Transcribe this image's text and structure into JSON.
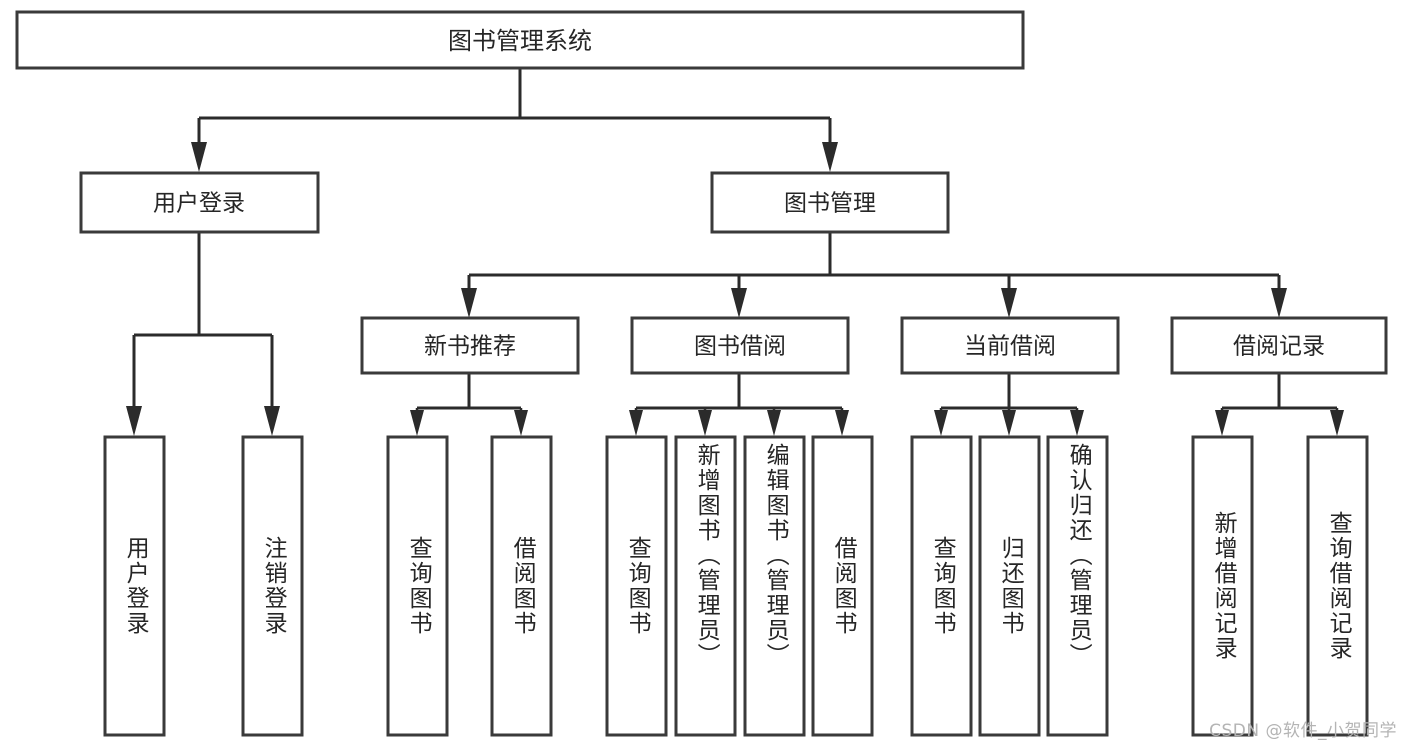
{
  "diagram": {
    "type": "tree-hierarchy",
    "title": "图书管理系统",
    "watermark": "CSDN @软件_小贺同学",
    "colors": {
      "background": "#ffffff",
      "box_stroke": "#3a3a3a",
      "connector": "#2b2b2b",
      "text": "#262626",
      "watermark": "#b4b4b4"
    },
    "root": {
      "label": "图书管理系统"
    },
    "level2": [
      {
        "id": "user-login",
        "label": "用户登录"
      },
      {
        "id": "book-management",
        "label": "图书管理"
      }
    ],
    "level3": [
      {
        "id": "new-book-recommend",
        "label": "新书推荐",
        "parent": "book-management"
      },
      {
        "id": "book-borrow",
        "label": "图书借阅",
        "parent": "book-management"
      },
      {
        "id": "current-borrow",
        "label": "当前借阅",
        "parent": "book-management"
      },
      {
        "id": "borrow-record",
        "label": "借阅记录",
        "parent": "book-management"
      }
    ],
    "leaves": [
      {
        "id": "leaf-user-login",
        "label": "用户登录",
        "parent": "user-login"
      },
      {
        "id": "leaf-logout",
        "label": "注销登录",
        "parent": "user-login"
      },
      {
        "id": "leaf-query-book-1",
        "label": "查询图书",
        "parent": "new-book-recommend"
      },
      {
        "id": "leaf-borrow-book-1",
        "label": "借阅图书",
        "parent": "new-book-recommend"
      },
      {
        "id": "leaf-query-book-2",
        "label": "查询图书",
        "parent": "book-borrow"
      },
      {
        "id": "leaf-add-book",
        "label": "新增图书（管理员）",
        "parent": "book-borrow"
      },
      {
        "id": "leaf-edit-book",
        "label": "编辑图书（管理员）",
        "parent": "book-borrow"
      },
      {
        "id": "leaf-borrow-book-2",
        "label": "借阅图书",
        "parent": "book-borrow"
      },
      {
        "id": "leaf-query-book-3",
        "label": "查询图书",
        "parent": "current-borrow"
      },
      {
        "id": "leaf-return-book",
        "label": "归还图书",
        "parent": "current-borrow"
      },
      {
        "id": "leaf-confirm-return",
        "label": "确认归还（管理员）",
        "parent": "current-borrow"
      },
      {
        "id": "leaf-add-record",
        "label": "新增借阅记录",
        "parent": "borrow-record"
      },
      {
        "id": "leaf-query-record",
        "label": "查询借阅记录",
        "parent": "borrow-record"
      }
    ]
  }
}
